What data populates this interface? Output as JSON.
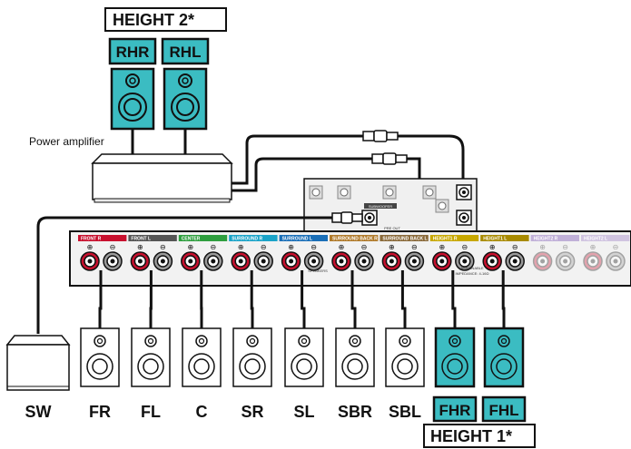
{
  "height2": {
    "title": "HEIGHT 2",
    "star": "*",
    "right": "RHR",
    "left": "RHL"
  },
  "amplifier_label": "Power amplifier",
  "height1": {
    "title": "HEIGHT 1",
    "star": "*",
    "right": "FHR",
    "left": "FHL"
  },
  "speakers": [
    "SW",
    "FR",
    "FL",
    "C",
    "SR",
    "SL",
    "SBR",
    "SBL"
  ],
  "receiver": {
    "sections": [
      {
        "label": "FRONT R",
        "color": "#c8102e"
      },
      {
        "label": "FRONT L",
        "color": "#555555"
      },
      {
        "label": "CENTER",
        "color": "#2e9e3e"
      },
      {
        "label": "SURROUND R",
        "color": "#1aa3c8"
      },
      {
        "label": "SURROUND L",
        "color": "#1a6fb8"
      },
      {
        "label": "SURROUND BACK R",
        "color": "#b07a2a"
      },
      {
        "label": "SURROUND BACK L",
        "color": "#8a6a3a"
      },
      {
        "label": "HEIGHT1 R",
        "color": "#c8a800"
      },
      {
        "label": "HEIGHT1 L",
        "color": "#a88a00"
      },
      {
        "label": "HEIGHT2 R",
        "color": "#c0b0d8"
      },
      {
        "label": "HEIGHT2 L",
        "color": "#d0c4e0"
      }
    ],
    "preout_label": "PRE OUT",
    "subwoofer_label": "SUBWOOFER",
    "speakers_label": "SPEAKERS",
    "assignable_label": "ASSIGNABLE",
    "impedance_label": "IMPEDANCE: 4-16Ω"
  },
  "colors": {
    "highlight": "#3bbcc2",
    "speaker_outline": "#111111",
    "terminal_red": "#c8102e"
  }
}
